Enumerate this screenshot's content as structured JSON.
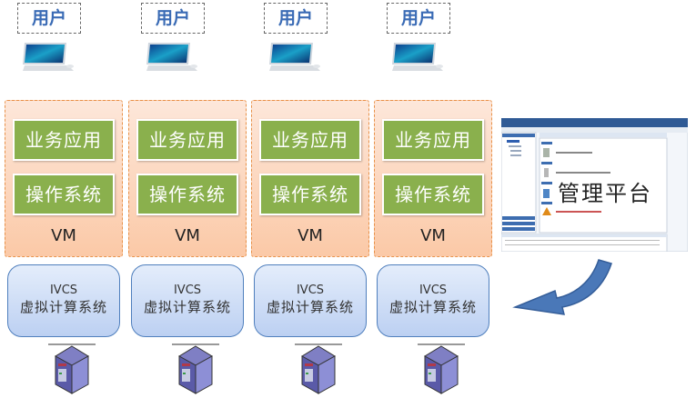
{
  "columns": [
    {
      "user_label": "用户",
      "app_label": "业务应用",
      "os_label": "操作系统",
      "vm_label": "VM",
      "ivcs_title": "IVCS",
      "ivcs_subtitle": "虚拟计算系统"
    },
    {
      "user_label": "用户",
      "app_label": "业务应用",
      "os_label": "操作系统",
      "vm_label": "VM",
      "ivcs_title": "IVCS",
      "ivcs_subtitle": "虚拟计算系统"
    },
    {
      "user_label": "用户",
      "app_label": "业务应用",
      "os_label": "操作系统",
      "vm_label": "VM",
      "ivcs_title": "IVCS",
      "ivcs_subtitle": "虚拟计算系统"
    },
    {
      "user_label": "用户",
      "app_label": "业务应用",
      "os_label": "操作系统",
      "vm_label": "VM",
      "ivcs_title": "IVCS",
      "ivcs_subtitle": "虚拟计算系统"
    }
  ],
  "management": {
    "label": "管理平台",
    "icon": "management-console-screenshot"
  },
  "icons": {
    "user_terminal": "desktop-computer-icon",
    "host": "server-tower-icon",
    "flow": "curved-arrow-icon"
  },
  "colors": {
    "user_text": "#3a6bb5",
    "app_green": "#8ab04d",
    "vm_orange": "#e8924a",
    "ivcs_blue": "#4f7fbd",
    "arrow_blue": "#4a78b8"
  }
}
